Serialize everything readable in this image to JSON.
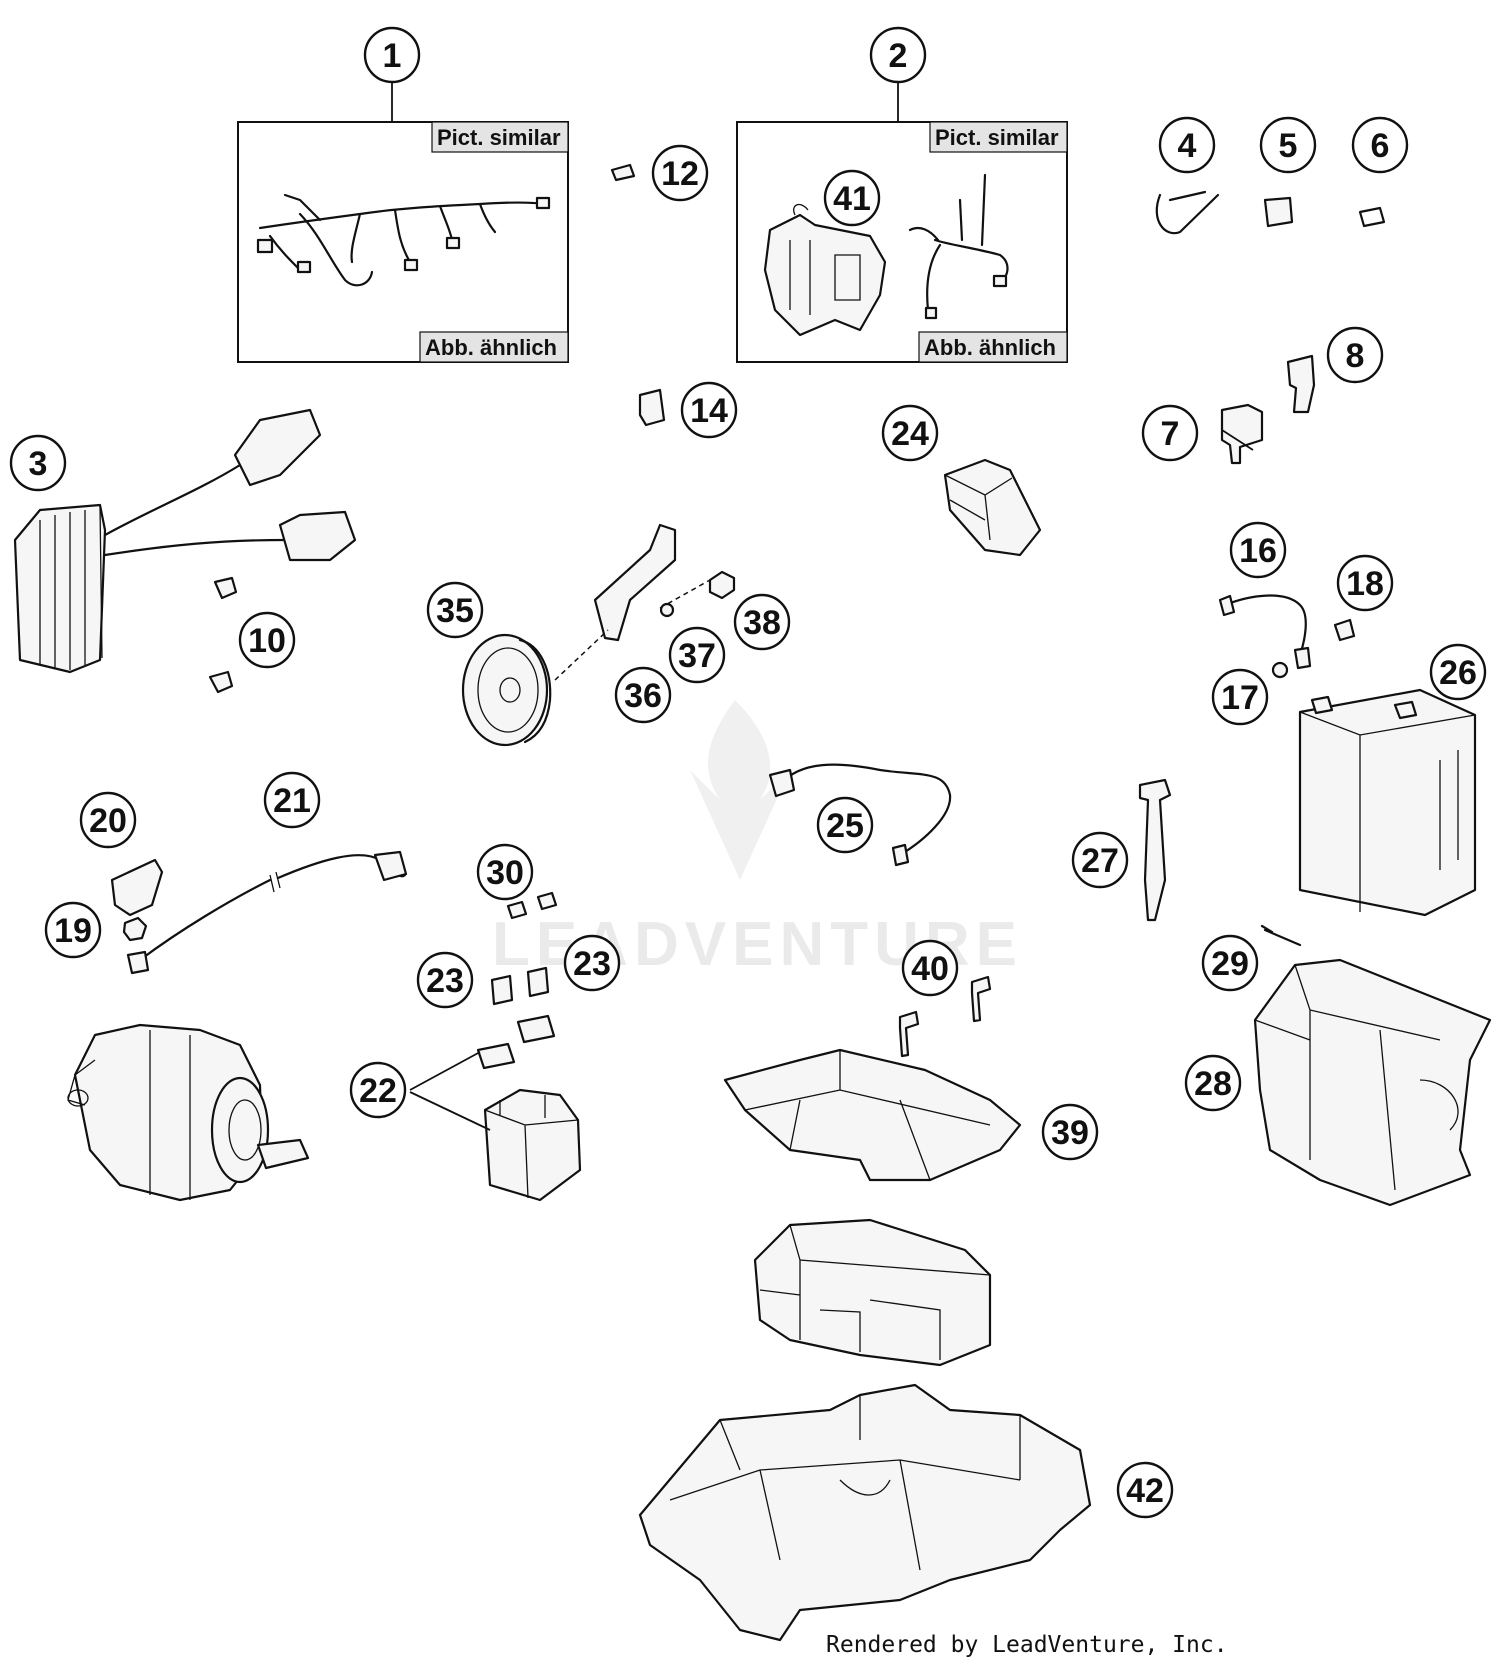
{
  "boxes": {
    "b1": {
      "top_label": "Pict. similar",
      "bottom_label": "Abb. ähnlich"
    },
    "b2": {
      "top_label": "Pict. similar",
      "bottom_label": "Abb. ähnlich"
    }
  },
  "callouts": {
    "c1": "1",
    "c2": "2",
    "c3": "3",
    "c4": "4",
    "c5": "5",
    "c6": "6",
    "c7": "7",
    "c8": "8",
    "c10": "10",
    "c12": "12",
    "c14": "14",
    "c16": "16",
    "c17": "17",
    "c18": "18",
    "c19": "19",
    "c20": "20",
    "c21": "21",
    "c22": "22",
    "c23a": "23",
    "c23b": "23",
    "c24": "24",
    "c25": "25",
    "c26": "26",
    "c27": "27",
    "c28": "28",
    "c29": "29",
    "c30": "30",
    "c35": "35",
    "c36": "36",
    "c37": "37",
    "c38": "38",
    "c39": "39",
    "c40": "40",
    "c41": "41",
    "c42": "42"
  },
  "watermark": {
    "text": "LEADVENTURE"
  },
  "footer": {
    "text": "Rendered by LeadVenture, Inc."
  }
}
